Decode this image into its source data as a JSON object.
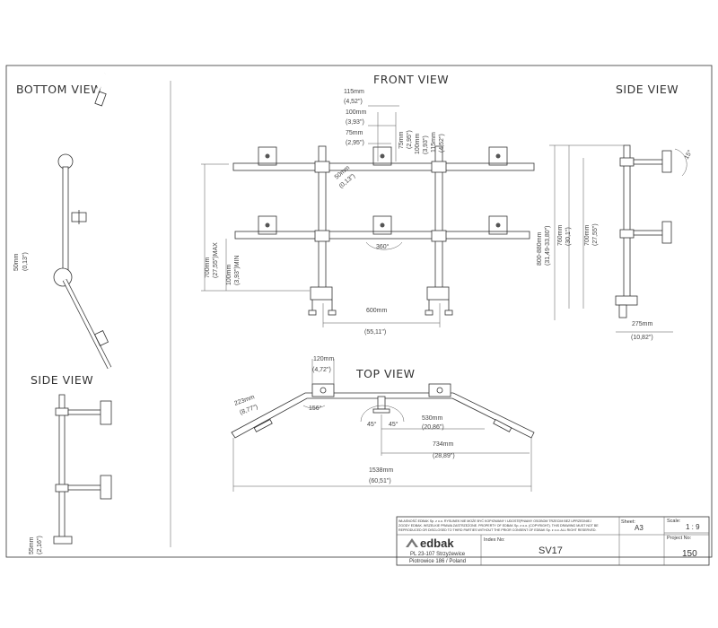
{
  "views": {
    "bottom": "BOTTOM VIEW",
    "front": "FRONT VIEW",
    "side_right": "SIDE VIEW",
    "side_left": "SIDE VIEW",
    "top": "TOP VIEW"
  },
  "dims": {
    "vesa115": "115mm",
    "vesa115_in": "(4,52\")",
    "vesa100": "100mm",
    "vesa100_in": "(3,93\")",
    "vesa75": "75mm",
    "vesa75_in": "(2,95\")",
    "v75": "75mm",
    "v75_in": "(2,95\")",
    "v100": "100mm",
    "v100_in": "(3,93\")",
    "v115": "115mm",
    "v115_in": "(4,52\")",
    "dia50": "50mm",
    "dia50_in": "(0,13\")",
    "h700max": "700mm",
    "h700max_in": "(27,55\")MAX",
    "h100min": "100mm",
    "h100min_in": "(3,93\")MIN",
    "rot360": "360°",
    "w600": "600mm",
    "w600_in": "(55,11\")",
    "s800": "800-880mm",
    "s800_in": "(31,49-33,80\")",
    "s760": "760mm",
    "s760_in": "(30,1\")",
    "s700": "700mm",
    "s700_in": "(27,55\")",
    "tilt": "15°",
    "s275": "275mm",
    "s275_in": "(10,82\")",
    "b50": "50mm",
    "b50_in": "(0,13\")",
    "t120": "120mm",
    "t120_in": "(4,72\")",
    "t223": "223mm",
    "t223_in": "(8,77\")",
    "t156": "156°",
    "t45a": "45°",
    "t45b": "45°",
    "t530": "530mm",
    "t530_in": "(20,86\")",
    "t734": "734mm",
    "t734_in": "(28,89\")",
    "t1538": "1538mm",
    "t1538_in": "(60,51\")",
    "ls55": "55mm",
    "ls55_in": "(2,16\")"
  },
  "title_block": {
    "notice_line1": "WŁASNOŚĆ EDBAK Sp. z o.o. RYSUNEK NIE MOŻE BYĆ KOPIOWANY I UDOSTĘPNIANY OSOBOM TRZECIM BEZ UPRZEDNIEJ",
    "notice_line2": "ZGODY EDBAK. WSZELKIE PRAWA ZASTRZEŻONE. PROPERTY OF EDBAK Sp. z o.o. (COPYRIGHT). THIS DRAWING MUST NOT BE",
    "notice_line3": "REPRODUCED OR DISCLOSED TO THIRD PARTIES WITHOUT THE PRIOR CONSENT OF EDBAK Sp. z o.o. ALL RIGHT RESERVED.",
    "sheet_label": "Sheet:",
    "sheet_value": "A3",
    "scale_label": "Scale:",
    "scale_value": "1 : 9",
    "logo_text": "edbak",
    "address1": "PL 23-107 Strzyżewice",
    "address2": "Piotrowice 186 / Poland",
    "index_label": "Index No:",
    "index_value": "SV17",
    "project_label": "Project No:",
    "project_value": "150"
  }
}
